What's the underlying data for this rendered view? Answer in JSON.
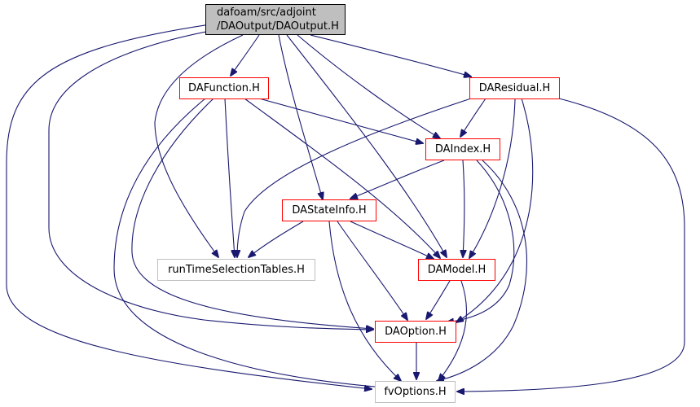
{
  "root": {
    "line1": "dafoam/src/adjoint",
    "line2": "/DAOutput/DAOutput.H"
  },
  "nodes": {
    "dafunction": "DAFunction.H",
    "daresidual": "DAResidual.H",
    "daindex": "DAIndex.H",
    "dastateinfo": "DAStateInfo.H",
    "runtime": "runTimeSelectionTables.H",
    "damodel": "DAModel.H",
    "daoption": "DAOption.H",
    "fvoptions": "fvOptions.H"
  },
  "colors": {
    "edge": "#191970",
    "root_fill": "#bfbfbf",
    "link_border": "#ff0000",
    "external_border": "#bfbfbf"
  }
}
